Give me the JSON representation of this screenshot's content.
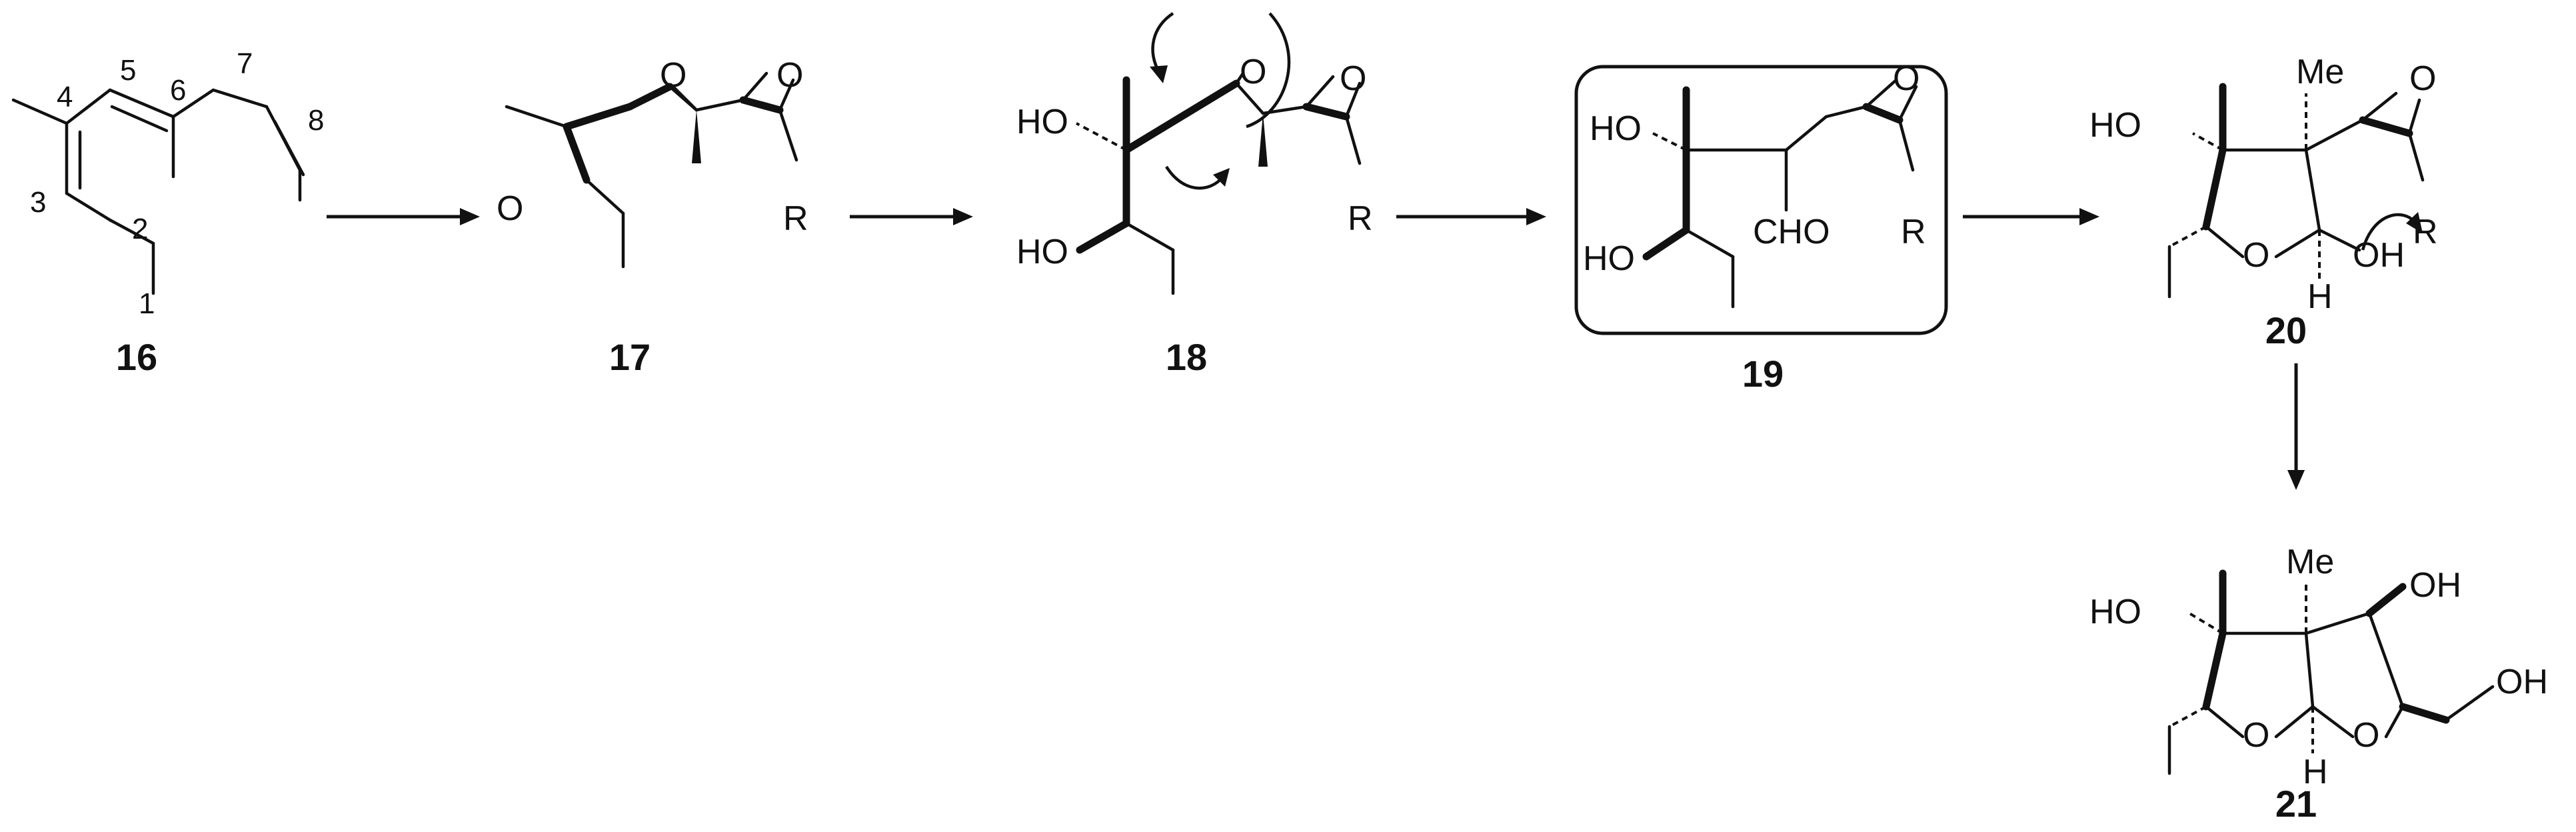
{
  "compounds": {
    "c16": {
      "label": "16",
      "locants": [
        "1",
        "2",
        "3",
        "4",
        "5",
        "6",
        "7",
        "8"
      ]
    },
    "c17": {
      "label": "17"
    },
    "c18": {
      "label": "18",
      "atoms": {
        "oh_top": "HO",
        "oh_bottom": "HO",
        "epoxide_o_1": "O",
        "epoxide_o_2": "O",
        "r_group": "R"
      }
    },
    "c19": {
      "label": "19",
      "atoms": {
        "oh_top": "HO",
        "oh_bottom": "HO",
        "aldehyde": "CHO",
        "epoxide_o": "O",
        "r_group": "R"
      }
    },
    "c20": {
      "label": "20",
      "atoms": {
        "oh": "HO",
        "methyl": "Me",
        "epoxide_o": "O",
        "ring_o": "O",
        "hemiacetal_oh": "OH",
        "h": "H",
        "r_group": "R"
      }
    },
    "c21": {
      "label": "21",
      "atoms": {
        "oh_left": "HO",
        "methyl": "Me",
        "oh_right": "OH",
        "ring_o_1": "O",
        "ring_o_2": "O",
        "h": "H",
        "ch2oh": "OH"
      }
    }
  },
  "c17_atoms": {
    "epoxide_o_left": "O",
    "epoxide_o_mid": "O",
    "epoxide_o_right": "O",
    "r_group": "R"
  }
}
